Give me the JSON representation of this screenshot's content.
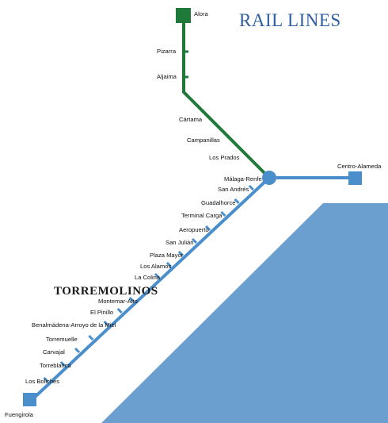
{
  "map": {
    "title": "RAIL LINES",
    "town_label": "TORREMOLINOS",
    "colors": {
      "green_line": "#1f7a3a",
      "blue_line": "#4a8fcc",
      "terminal_blue": "#4a8fcc",
      "terminal_green": "#1f7a3a",
      "sea": "#6b9fcf",
      "title": "#2f5f9f"
    },
    "lines": {
      "green": {
        "terminus": "Alora",
        "stations": [
          "Pizarra",
          "Aljaima",
          "Cártama",
          "Campanillas",
          "Los Prados"
        ]
      },
      "hub": "Málaga-Renfe",
      "east": {
        "terminus": "Centro-Alameda"
      },
      "blue": {
        "stations": [
          "San Andrés",
          "Guadalhorce",
          "Terminal Carga",
          "Aeropuerto",
          "San Julián",
          "Plaza Mayor",
          "Los Alamos",
          "La Colina",
          "Montemar-Alto",
          "El Pinillo",
          "Benalmádena-Arroyo de la Miel",
          "Torremuelle",
          "Carvajal",
          "Torreblanca",
          "Los Boliches"
        ],
        "terminus": "Fuengirola"
      }
    }
  }
}
